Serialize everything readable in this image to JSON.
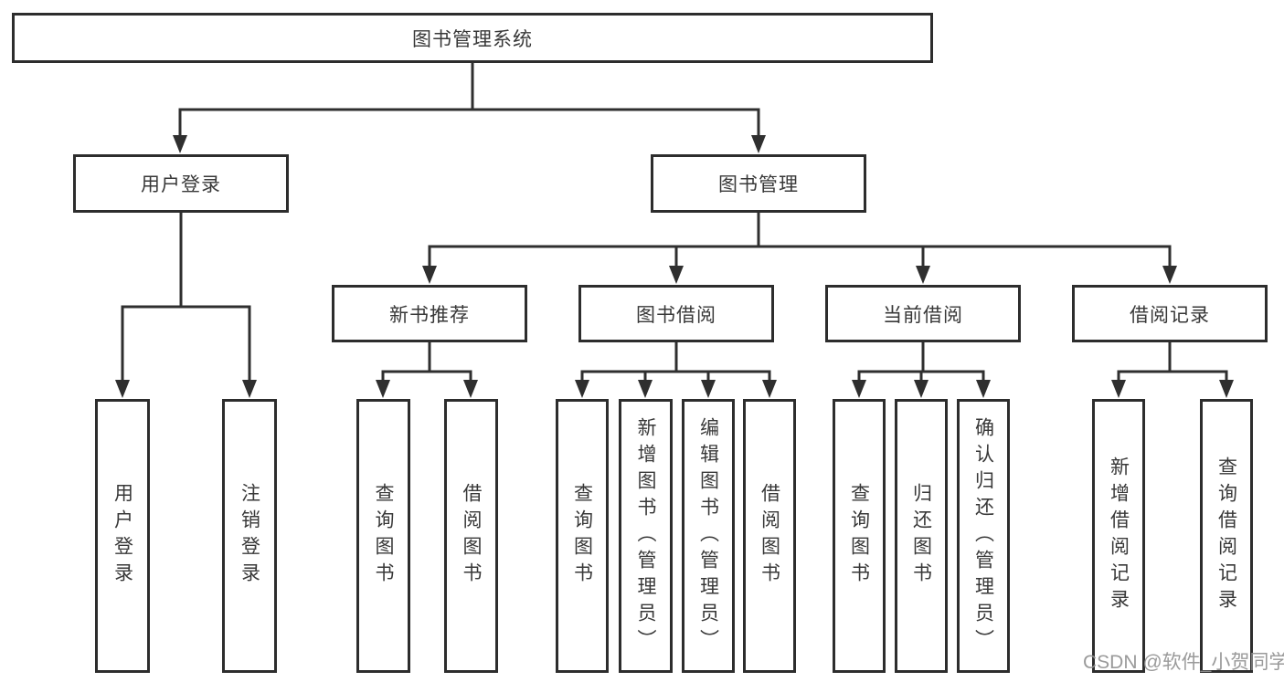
{
  "watermark": "CSDN @软件_小贺同学",
  "tree": {
    "label": "图书管理系统",
    "children": [
      {
        "label": "用户登录",
        "children": [
          {
            "label": "用户登录"
          },
          {
            "label": "注销登录"
          }
        ]
      },
      {
        "label": "图书管理",
        "children": [
          {
            "label": "新书推荐",
            "children": [
              {
                "label": "查询图书"
              },
              {
                "label": "借阅图书"
              }
            ]
          },
          {
            "label": "图书借阅",
            "children": [
              {
                "label": "查询图书"
              },
              {
                "label": "新增图书（管理员）"
              },
              {
                "label": "编辑图书（管理员）"
              },
              {
                "label": "借阅图书"
              }
            ]
          },
          {
            "label": "当前借阅",
            "children": [
              {
                "label": "查询图书"
              },
              {
                "label": "归还图书"
              },
              {
                "label": "确认归还（管理员）"
              }
            ]
          },
          {
            "label": "借阅记录",
            "children": [
              {
                "label": "新增借阅记录"
              },
              {
                "label": "查询借阅记录"
              }
            ]
          }
        ]
      }
    ]
  },
  "colors": {
    "line": "#2f2f2f",
    "border": "#2d2d2d",
    "text": "#383838",
    "watermark": "#919191",
    "background": "#ffffff"
  }
}
